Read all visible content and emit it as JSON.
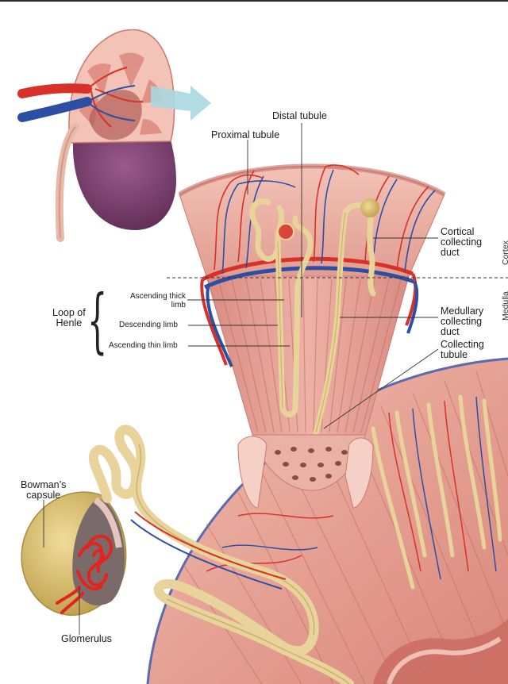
{
  "labels": {
    "distal_tubule": "Distal tubule",
    "proximal_tubule": "Proximal tubule",
    "cortical_collecting_duct": [
      "Cortical",
      "collecting",
      "duct"
    ],
    "cortex": "Cortex",
    "medulla": "Medulla",
    "loop_of_henle": [
      "Loop of",
      "Henle"
    ],
    "ascending_thick_limb": [
      "Ascending thick",
      "limb"
    ],
    "descending_limb": "Descending limb",
    "ascending_thin_limb": "Ascending thin limb",
    "medullary_collecting_duct": [
      "Medullary",
      "collecting",
      "duct"
    ],
    "collecting_tubule": [
      "Collecting",
      "tubule"
    ],
    "bowmans_capsule": [
      "Bowman’s",
      "capsule"
    ],
    "glomerulus": "Glomerulus"
  },
  "colors": {
    "tissue": "#e8a49a",
    "tissue_dark": "#c97468",
    "tubule": "#e8d39a",
    "artery": "#d8312a",
    "vein": "#2d4fa3",
    "capsule": "#d8bd6a",
    "kidney_lower": "#7a3f6e",
    "arrow": "#a8d8e0"
  }
}
